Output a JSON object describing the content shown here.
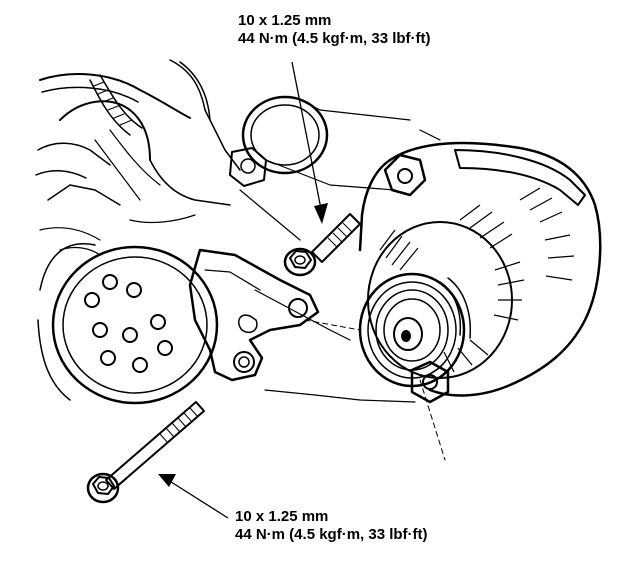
{
  "colors": {
    "ink": "#000000",
    "paper": "#ffffff"
  },
  "callouts": {
    "top": {
      "size": "10 x 1.25 mm",
      "torque": "44 N·m (4.5 kgf·m, 33 lbf·ft)"
    },
    "bottom": {
      "size": "10 x 1.25 mm",
      "torque": "44 N·m (4.5 kgf·m, 33 lbf·ft)"
    }
  }
}
